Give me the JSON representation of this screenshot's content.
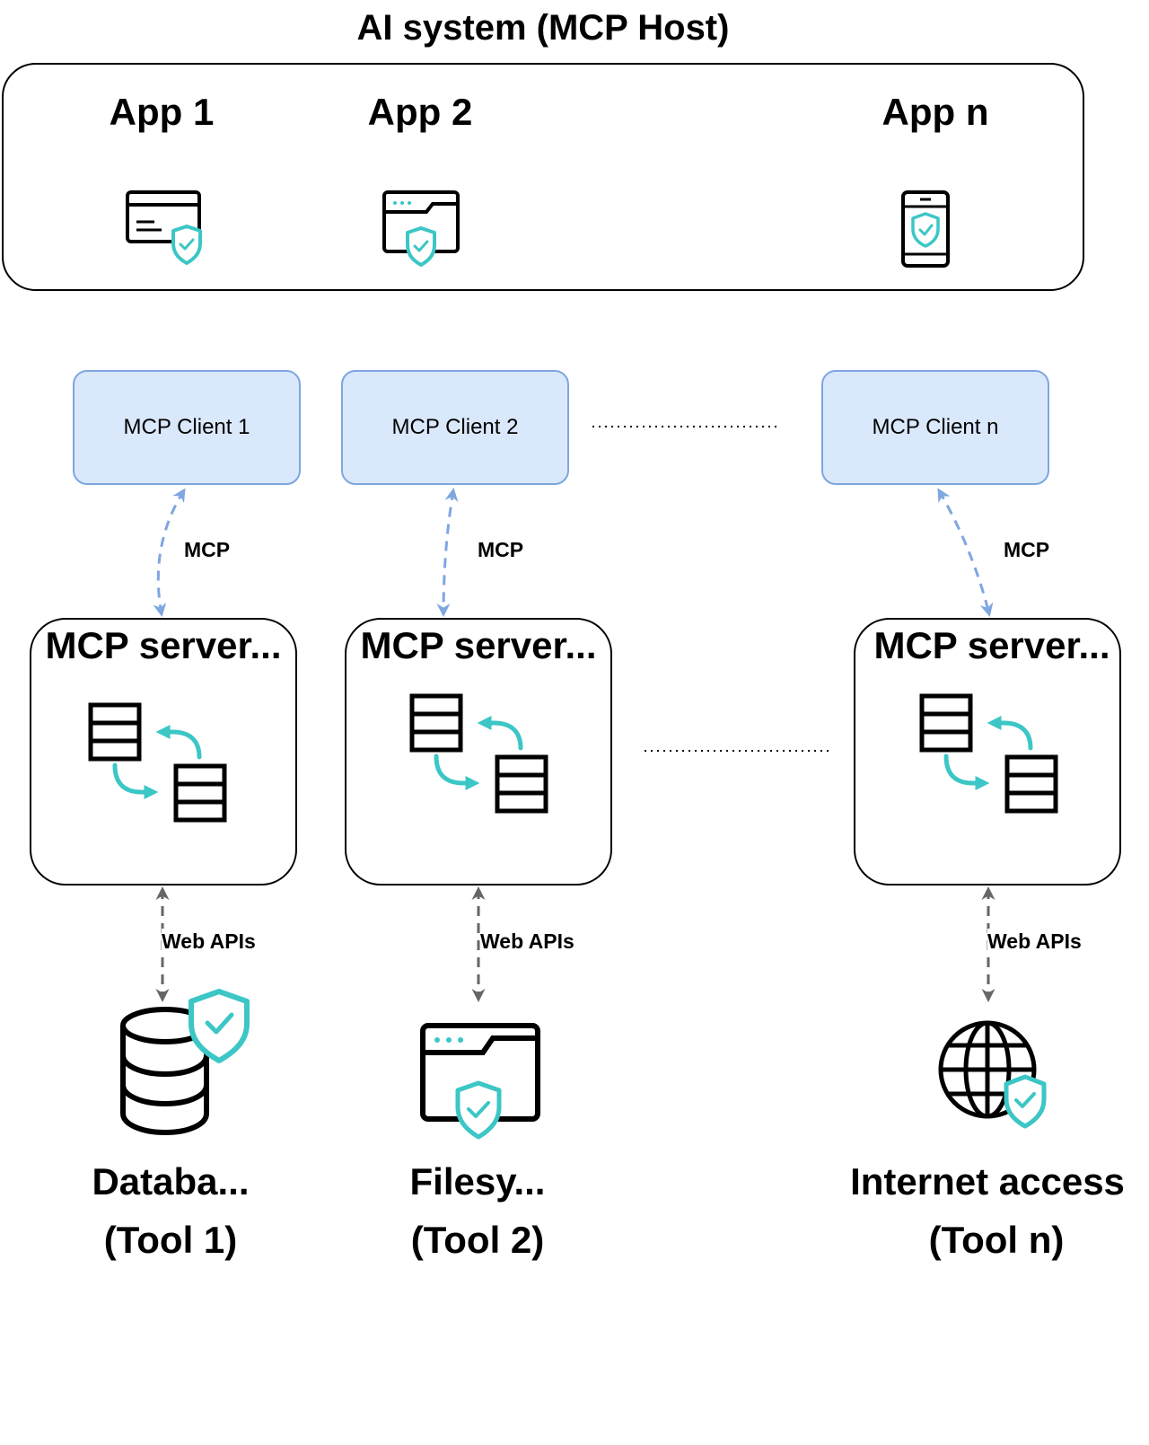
{
  "host": {
    "title": "AI system (MCP Host)",
    "apps": [
      {
        "label": "App 1",
        "icon": "credit-card-shield-icon"
      },
      {
        "label": "App 2",
        "icon": "browser-shield-icon"
      },
      {
        "label": "App n",
        "icon": "phone-shield-icon"
      }
    ]
  },
  "clients": [
    {
      "label": "MCP Client 1"
    },
    {
      "label": "MCP Client 2"
    },
    {
      "label": "MCP Client n"
    }
  ],
  "client_protocol": "MCP",
  "servers": [
    {
      "title": "MCP server...",
      "icon": "database-sync-icon"
    },
    {
      "title": "MCP server...",
      "icon": "database-sync-icon"
    },
    {
      "title": "MCP server...",
      "icon": "database-sync-icon"
    }
  ],
  "server_protocol": "Web APIs",
  "tools": [
    {
      "name": "Databa...",
      "tag": "(Tool 1)",
      "icon": "database-shield-icon"
    },
    {
      "name": "Filesy...",
      "tag": "(Tool 2)",
      "icon": "folder-shield-icon"
    },
    {
      "name": "Internet access",
      "tag": "(Tool n)",
      "icon": "globe-shield-icon"
    }
  ],
  "colors": {
    "accent": "#3cc6c6",
    "client_fill": "#dae8fc",
    "client_stroke": "#7ea6e0",
    "arrow_gray": "#666666"
  }
}
